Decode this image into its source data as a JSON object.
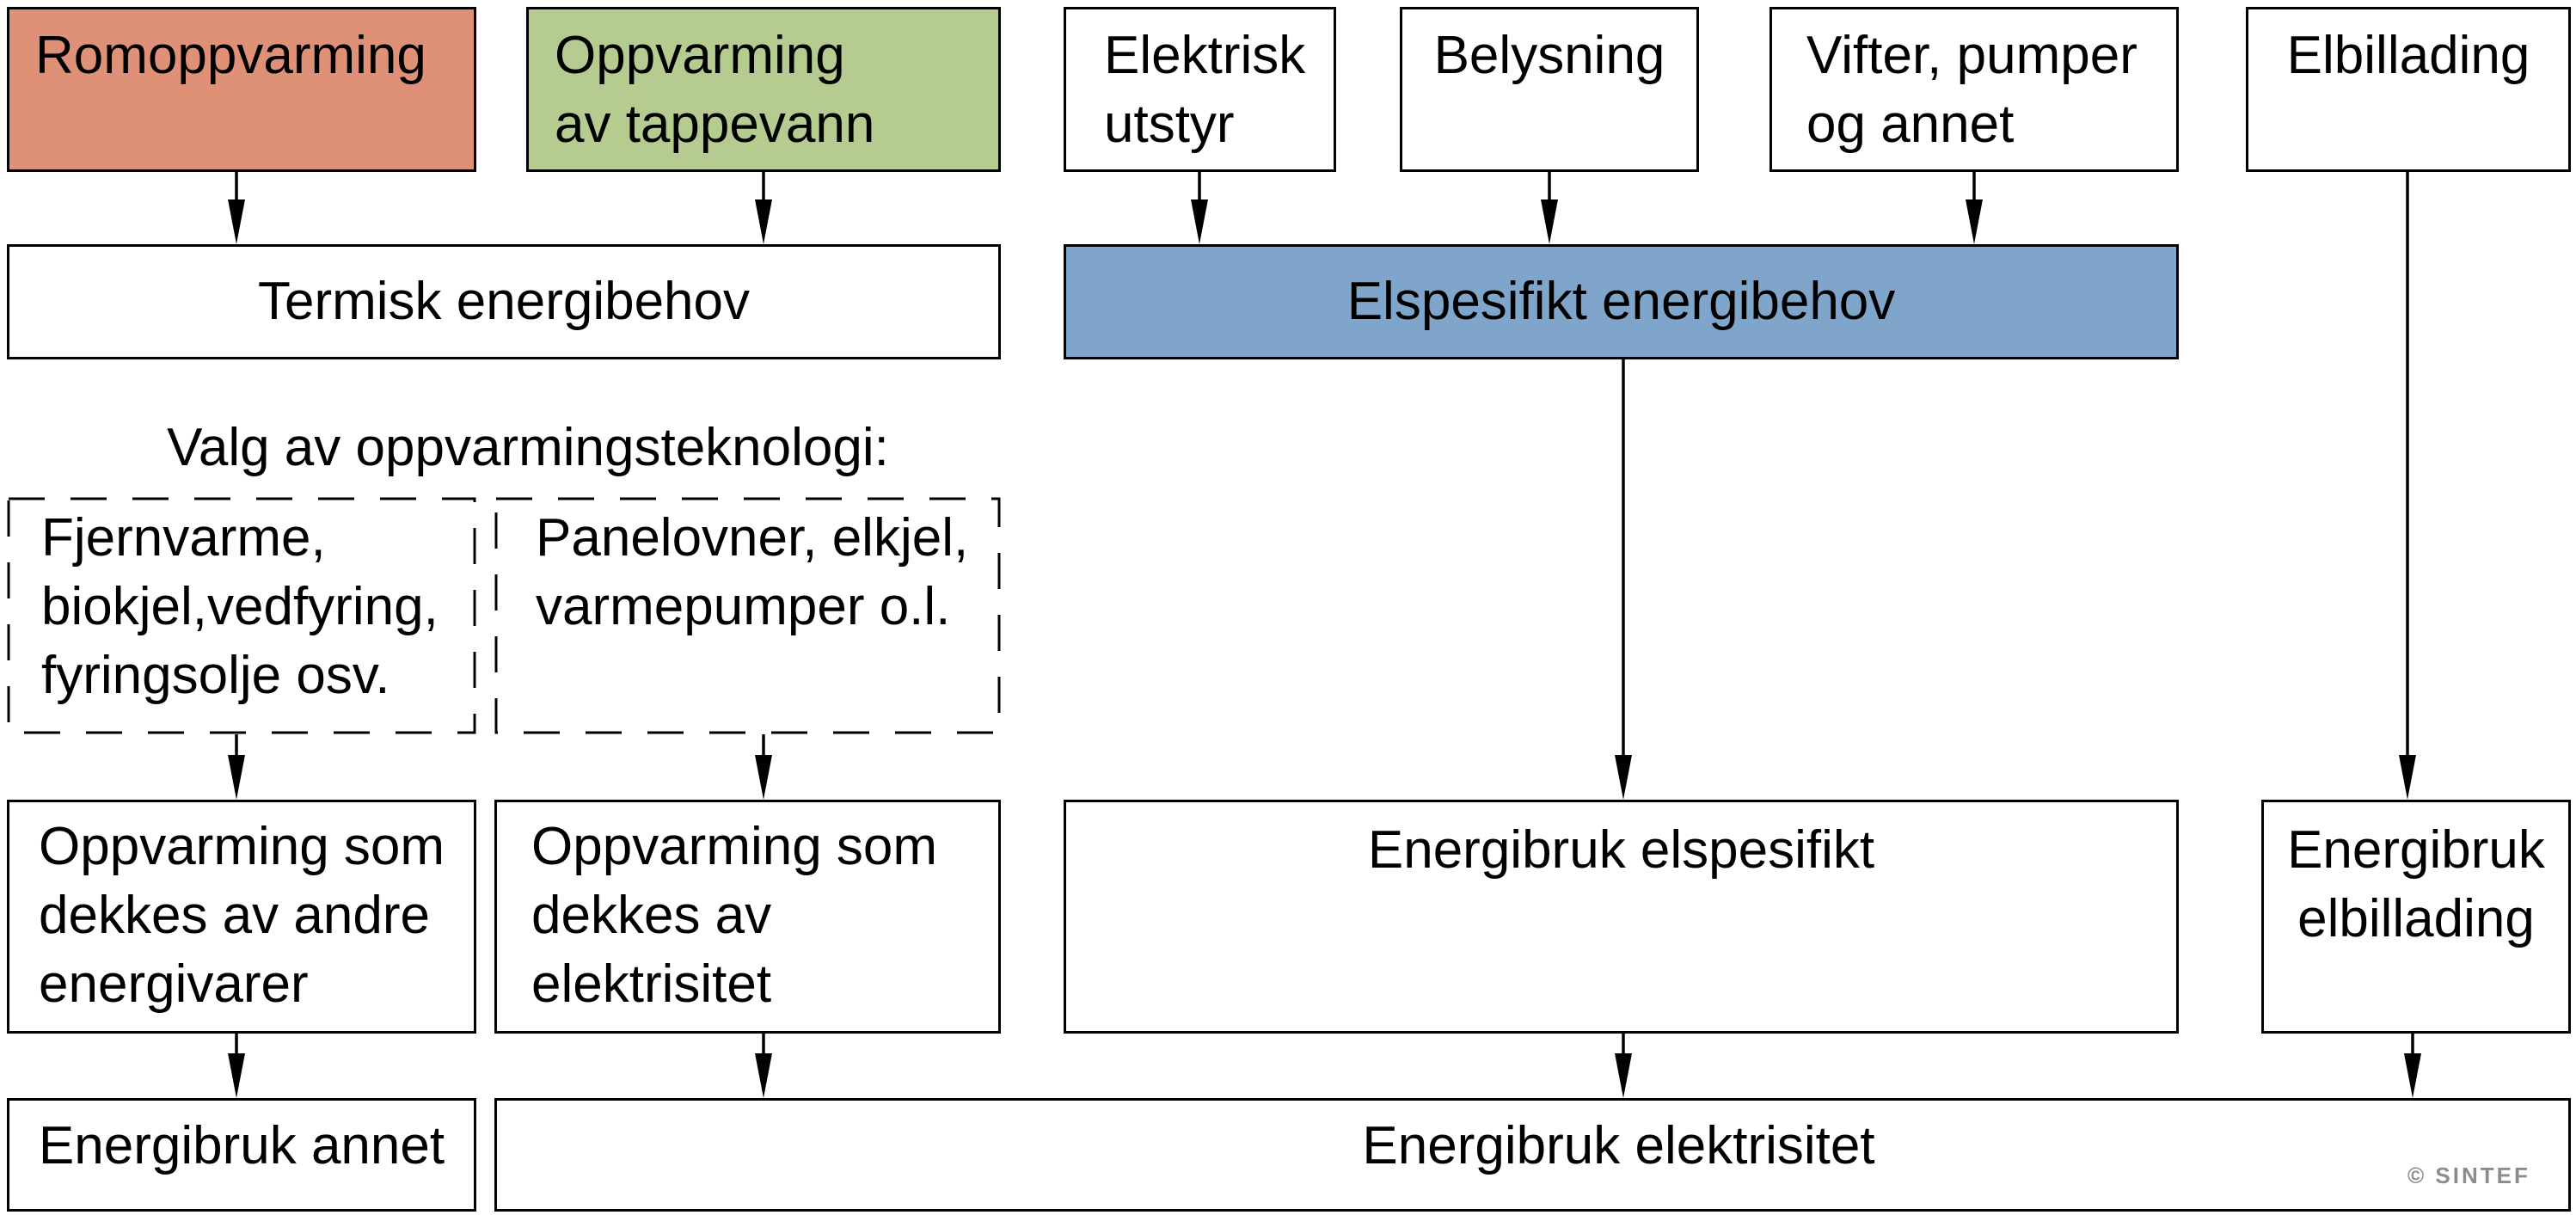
{
  "colors": {
    "romoppvarming_fill": "#DE9176",
    "tappevann_fill": "#B5CB90",
    "elspesifikt_fill": "#7FA6CA",
    "box_border": "#000000",
    "watermark_gray": "#8C8C8C"
  },
  "heading": {
    "text": "Valg av oppvarmingsteknologi:"
  },
  "boxes": {
    "romoppvarming": {
      "lines": [
        "Romoppvarming"
      ]
    },
    "oppvarming_tappevann": {
      "lines": [
        "Oppvarming",
        "av tappevann"
      ]
    },
    "elektrisk_utstyr": {
      "lines": [
        "Elektrisk",
        "utstyr"
      ]
    },
    "belysning": {
      "lines": [
        "Belysning"
      ]
    },
    "vifter_pumper": {
      "lines": [
        "Vifter, pumper",
        "og annet"
      ]
    },
    "elbillading": {
      "lines": [
        "Elbillading"
      ]
    },
    "termisk_energibehov": {
      "lines": [
        "Termisk energibehov"
      ]
    },
    "elspesifikt_energibehov": {
      "lines": [
        "Elspesifikt energibehov"
      ]
    },
    "fjernvarme": {
      "lines": [
        "Fjernvarme,",
        "biokjel,vedfyring,",
        "fyringsolje osv."
      ]
    },
    "panelovner": {
      "lines": [
        "Panelovner, elkjel,",
        "varmepumper o.l."
      ]
    },
    "oppvarming_andre": {
      "lines": [
        "Oppvarming som",
        "dekkes av andre",
        "energivarer"
      ]
    },
    "oppvarming_elektrisitet": {
      "lines": [
        "Oppvarming som",
        "dekkes av",
        "elektrisitet"
      ]
    },
    "energibruk_elspesifikt": {
      "lines": [
        "Energibruk elspesifikt"
      ]
    },
    "energibruk_elbillading": {
      "lines": [
        "Energibruk",
        "elbillading"
      ]
    },
    "energibruk_annet": {
      "lines": [
        "Energibruk annet"
      ]
    },
    "energibruk_elektrisitet": {
      "lines": [
        "Energibruk elektrisitet"
      ]
    }
  },
  "watermark": {
    "text": "© SINTEF"
  }
}
